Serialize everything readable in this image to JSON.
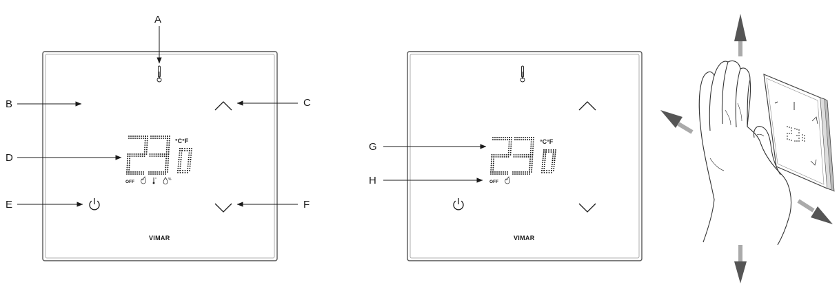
{
  "callouts": {
    "A": "A",
    "B": "B",
    "C": "C",
    "D": "D",
    "E": "E",
    "F": "F",
    "G": "G",
    "H": "H"
  },
  "device": {
    "brand": "VIMAR",
    "display_value": "23",
    "units": "°C°F",
    "status_off": "OFF"
  },
  "icons": {
    "thermometer": "thermometer-icon",
    "up": "chevron-up-icon",
    "down": "chevron-down-icon",
    "power": "power-icon",
    "flame": "flame-icon",
    "humidity": "humidity-icon",
    "hand": "hand-icon",
    "arrows": "motion-arrow-icon"
  },
  "colors": {
    "line": "#1a1a1a",
    "frame": "#555555",
    "motion_arrow": "#555555"
  }
}
